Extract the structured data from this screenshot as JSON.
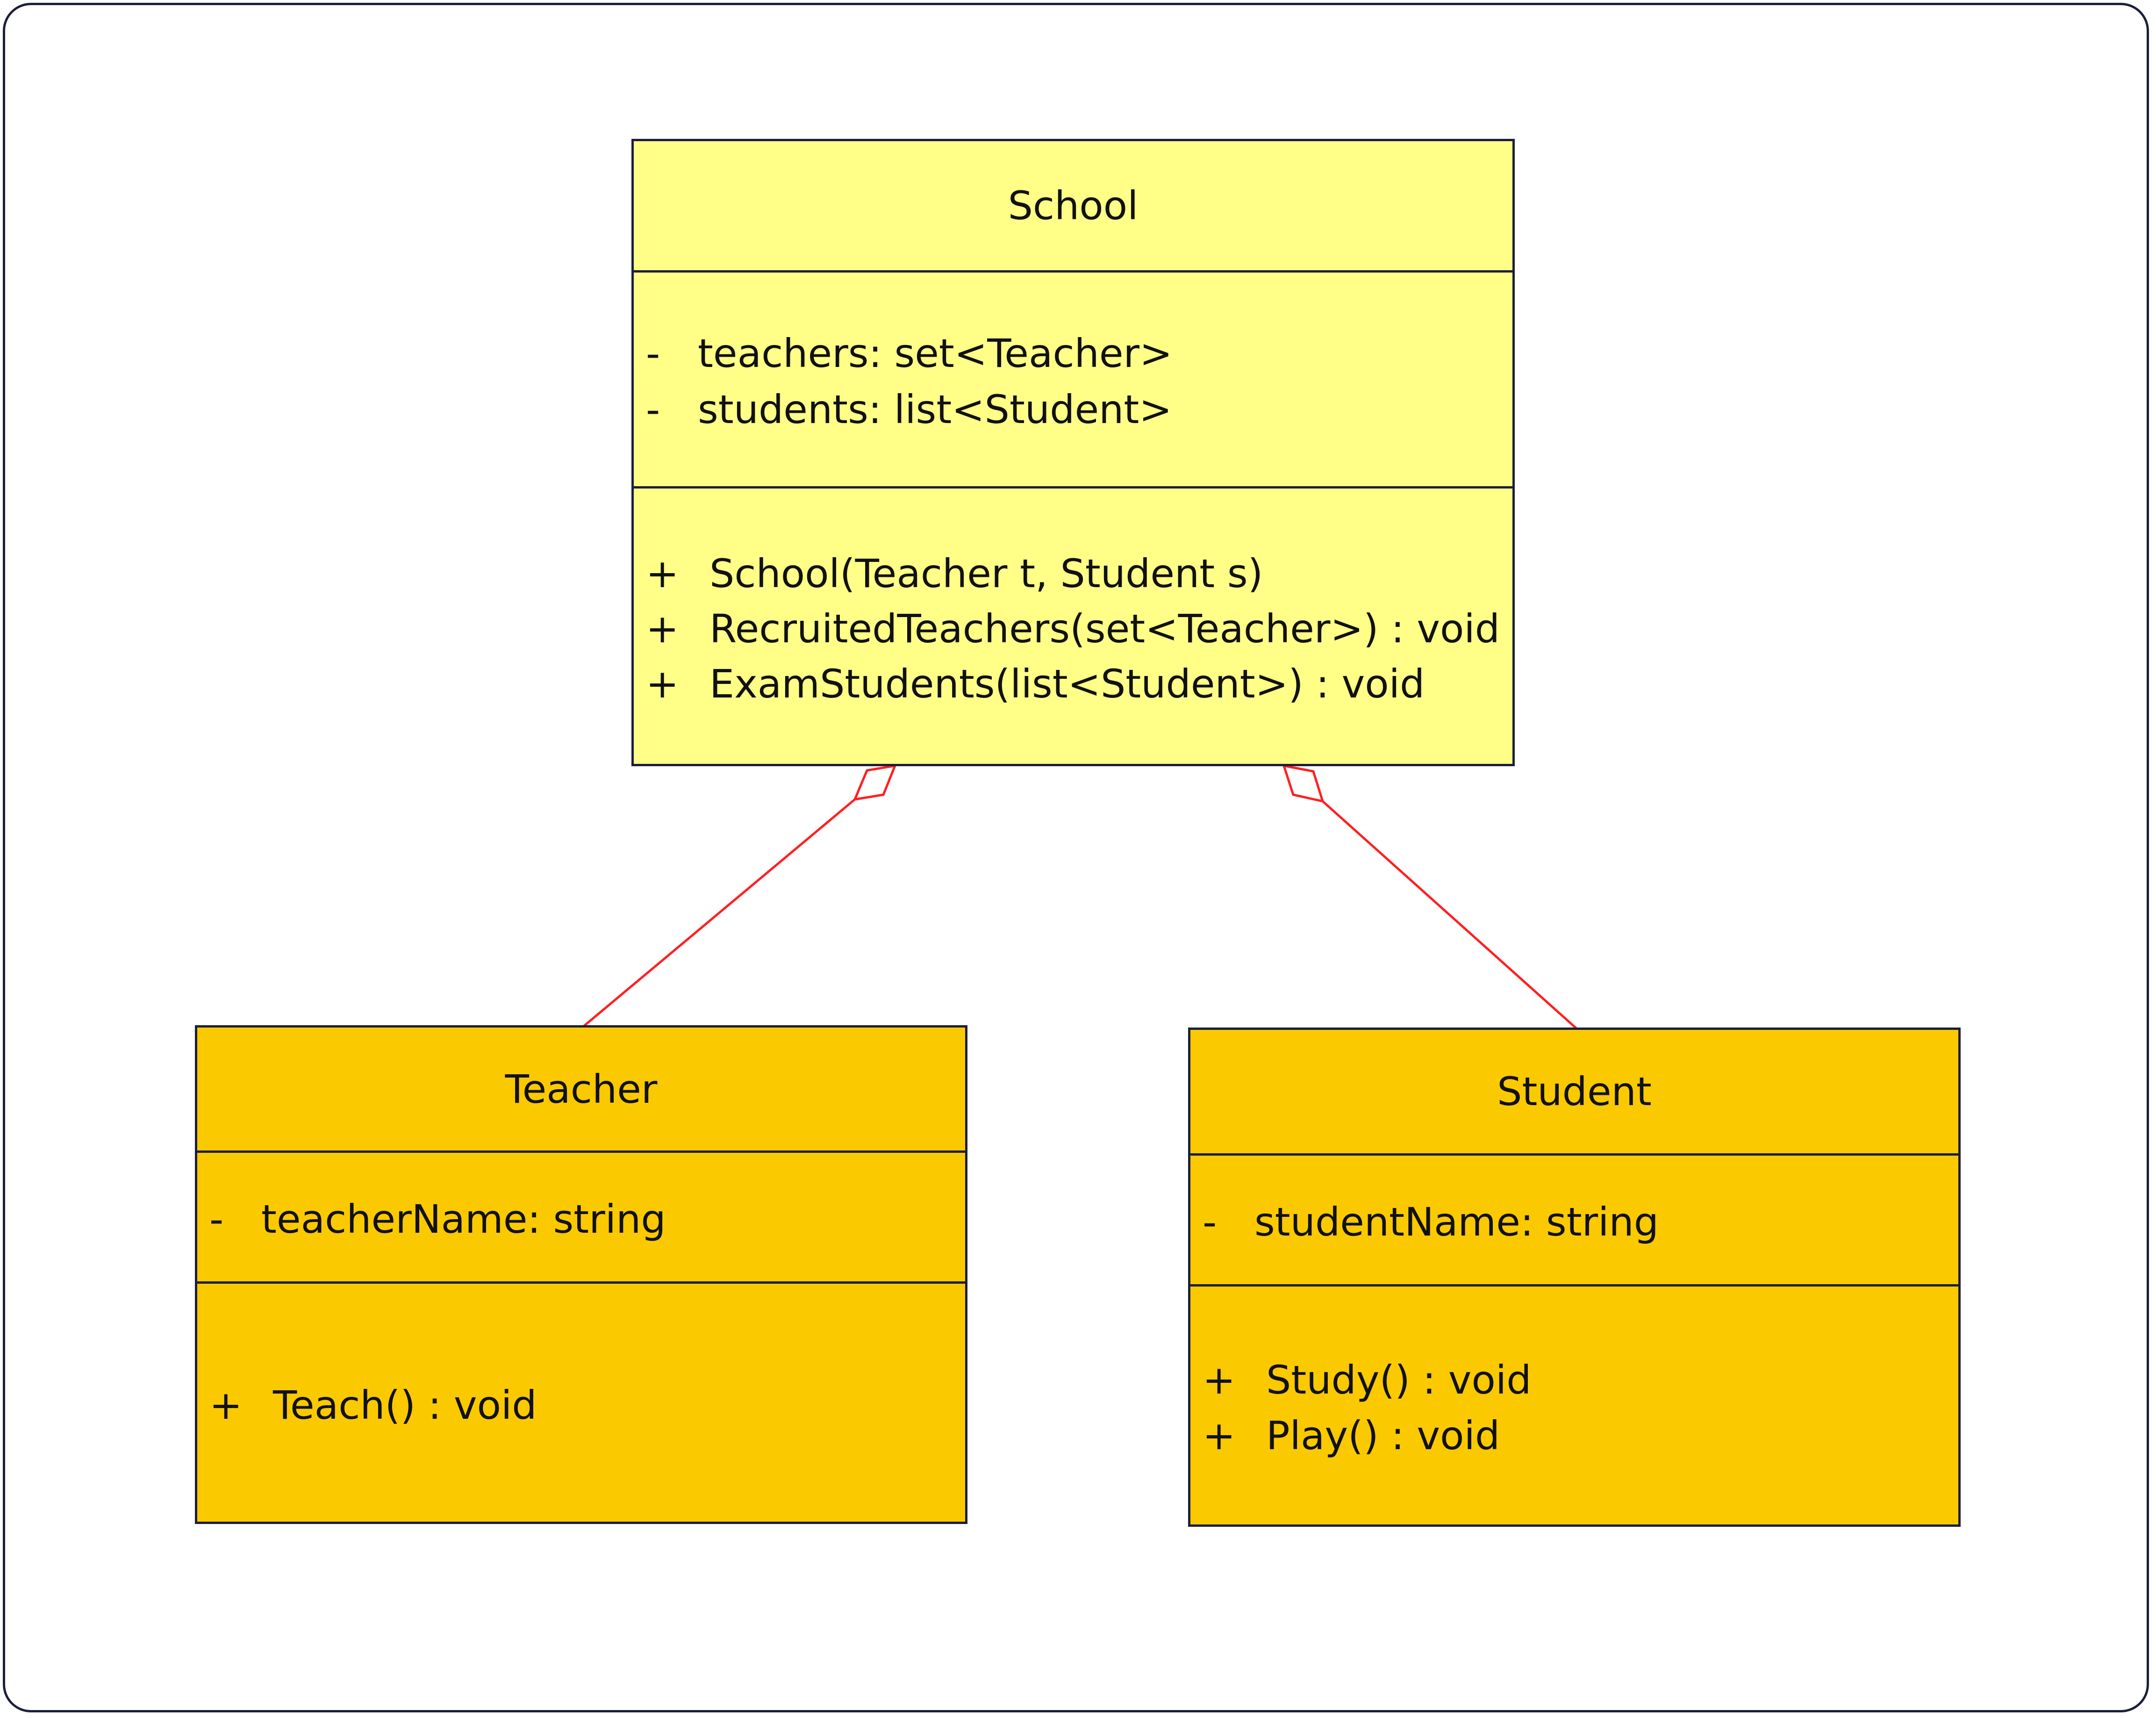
{
  "colors": {
    "frame_border": "#1b1f3b",
    "school_fill": "#ffff88",
    "member_fill": "#fbc900",
    "aggregation_line": "#ff2020"
  },
  "classes": {
    "school": {
      "name": "School",
      "attributes": [
        {
          "visibility": "-",
          "text": "teachers: set<Teacher>"
        },
        {
          "visibility": "-",
          "text": "students: list<Student>"
        }
      ],
      "methods": [
        {
          "visibility": "+",
          "text": "School(Teacher t, Student s)"
        },
        {
          "visibility": "+",
          "text": "RecruitedTeachers(set<Teacher>) : void"
        },
        {
          "visibility": "+",
          "text": "ExamStudents(list<Student>) : void"
        }
      ]
    },
    "teacher": {
      "name": "Teacher",
      "attributes": [
        {
          "visibility": "-",
          "text": "teacherName: string"
        }
      ],
      "methods": [
        {
          "visibility": "+",
          "text": "Teach() : void"
        }
      ]
    },
    "student": {
      "name": "Student",
      "attributes": [
        {
          "visibility": "-",
          "text": "studentName: string"
        }
      ],
      "methods": [
        {
          "visibility": "+",
          "text": "Study() : void"
        },
        {
          "visibility": "+",
          "text": "Play() : void"
        }
      ]
    }
  },
  "relationships": [
    {
      "type": "aggregation",
      "whole": "School",
      "part": "Teacher"
    },
    {
      "type": "aggregation",
      "whole": "School",
      "part": "Student"
    }
  ]
}
